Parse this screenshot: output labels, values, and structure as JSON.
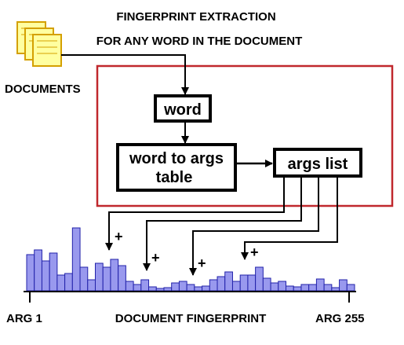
{
  "title": {
    "line1": "FINGERPRINT EXTRACTION",
    "line2": "FOR ANY WORD IN THE DOCUMENT"
  },
  "documents_label": "DOCUMENTS",
  "boxes": {
    "word": "word",
    "word_to_args_line1": "word to args",
    "word_to_args_line2": "table",
    "args_list": "args list"
  },
  "plus_sign": "+",
  "axis": {
    "left_label": "ARG 1",
    "center_label": "DOCUMENT FINGERPRINT",
    "right_label": "ARG 255"
  },
  "colors": {
    "bar_fill": "#9999ee",
    "bar_stroke": "#2222aa",
    "region_border": "#c0282d",
    "doc_fill": "#ffffa0",
    "doc_stroke": "#d4a000",
    "line": "#000000"
  },
  "chart_data": {
    "type": "bar",
    "values": [
      46,
      52,
      38,
      48,
      20,
      22,
      80,
      30,
      14,
      35,
      30,
      40,
      32,
      12,
      8,
      14,
      5,
      3,
      4,
      10,
      12,
      8,
      5,
      6,
      14,
      18,
      24,
      12,
      20,
      20,
      30,
      16,
      10,
      12,
      6,
      5,
      8,
      8,
      15,
      8,
      4,
      14,
      8
    ]
  }
}
